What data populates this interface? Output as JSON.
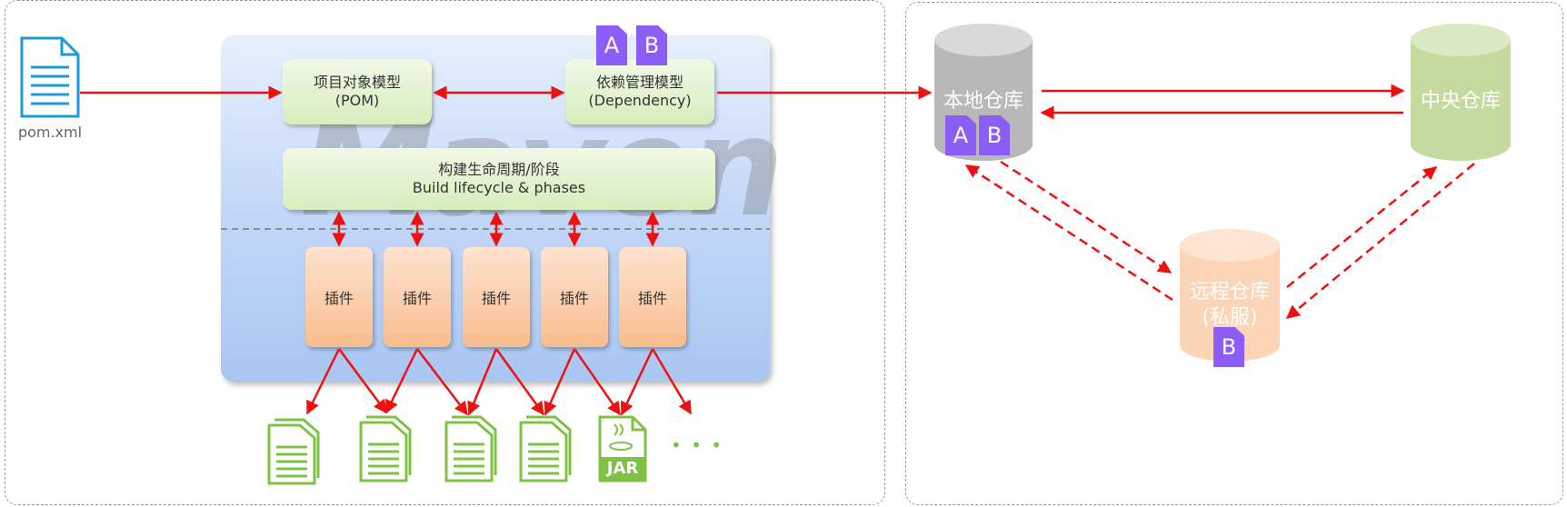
{
  "pom_file": {
    "label": "pom.xml"
  },
  "maven": {
    "watermark": "Maven",
    "pom_box": {
      "line1": "项目对象模型",
      "line2": "(POM)"
    },
    "dependency_box": {
      "line1": "依赖管理模型",
      "line2": "(Dependency)"
    },
    "lifecycle_box": {
      "line1": "构建生命周期/阶段",
      "line2": "Build lifecycle & phases"
    },
    "plugins": [
      "插件",
      "插件",
      "插件",
      "插件",
      "插件"
    ],
    "dependency_badges": [
      "A",
      "B"
    ]
  },
  "outputs": {
    "jar_label": "JAR",
    "ellipsis": "• • •"
  },
  "repositories": {
    "local": {
      "label": "本地仓库",
      "badges": [
        "A",
        "B"
      ]
    },
    "central": {
      "label": "中央仓库"
    },
    "remote": {
      "line1": "远程仓库",
      "line2": "(私服)",
      "badges": [
        "B"
      ]
    }
  },
  "colors": {
    "arrow": "#ee1111",
    "badge": "#8b5cf6",
    "file_blue": "#1e9ad6",
    "file_green": "#7dc242",
    "local_db": "#b8b8b8",
    "central_db": "#c5da9e",
    "remote_db": "#fbd5b5"
  }
}
